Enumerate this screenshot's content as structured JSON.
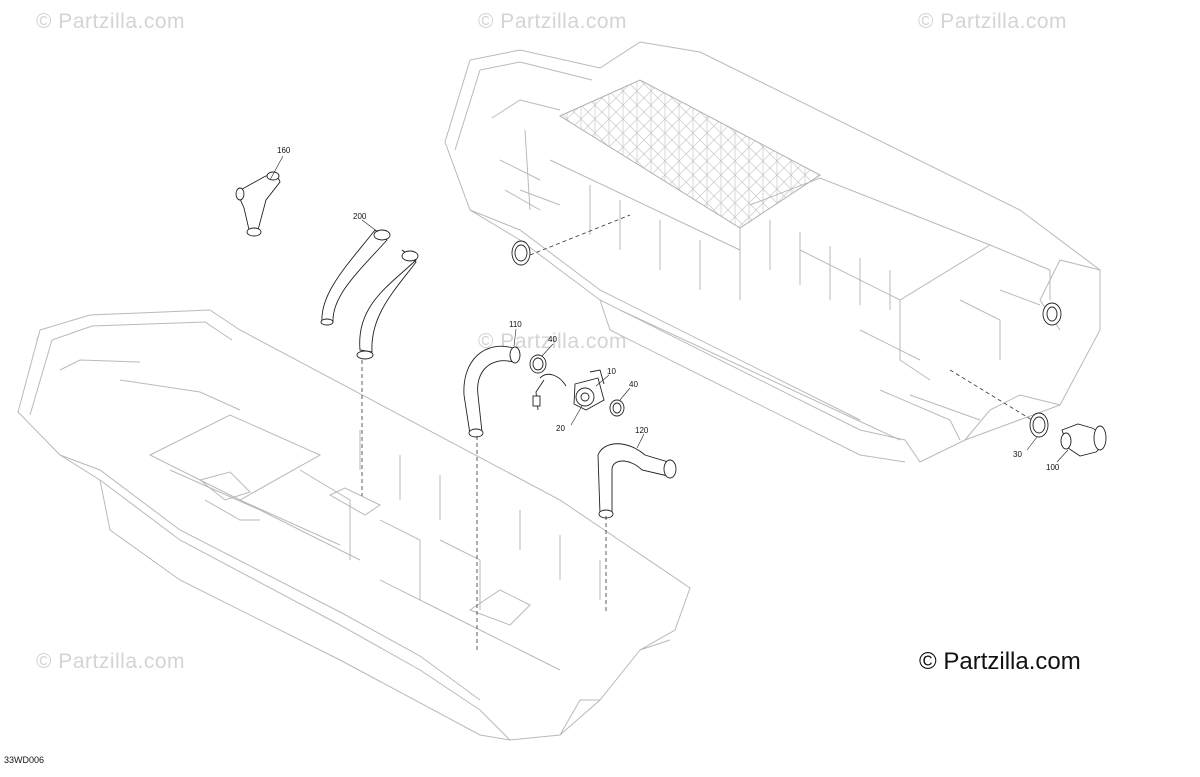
{
  "watermark_text": "© Partzilla.com",
  "copyright": "© Partzilla.com",
  "diagram_code": "33WD006",
  "callouts": [
    "160",
    "200",
    "110",
    "40",
    "10",
    "40",
    "20",
    "120",
    "30",
    "100"
  ]
}
